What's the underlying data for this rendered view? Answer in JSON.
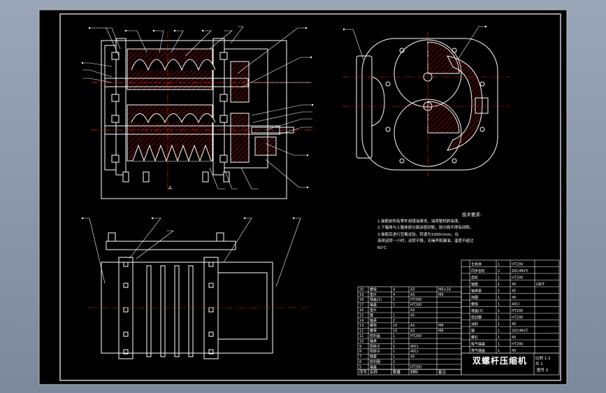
{
  "drawing": {
    "title": "双螺杆压缩机",
    "section_mark": "A",
    "sheet_text": "图号 3",
    "scale_text": "比例 1:1",
    "count_text": "共 1"
  },
  "notes": {
    "heading": "技术要求:",
    "lines": [
      "1.装配前所有零件用煤油清洗，油漆整机刷油漆。",
      "2.下箱体与上箱体剖分面涂密封胶，剖分面不得有间隙。",
      "3.装配后进行空载试验，转速为1000r/min，在",
      "连续运转一小时，运转平稳，无噪声和漏油，温度不超过",
      "60℃"
    ]
  },
  "bom": {
    "footer_left": [
      "序号",
      "名称",
      "数量",
      "材料",
      "备注"
    ],
    "rows_left": [
      [
        "20",
        "螺栓",
        "4",
        "A3",
        "M6×16"
      ],
      [
        "19",
        "垫片",
        "4",
        "A3",
        "M6"
      ],
      [
        "18",
        "端盖(1)",
        "1",
        "HT200",
        ""
      ],
      [
        "17",
        "端盖",
        "1",
        "HT200",
        ""
      ],
      [
        "16",
        "垫片",
        "",
        "A3",
        ""
      ],
      [
        "15",
        "键",
        "1",
        "45",
        ""
      ],
      [
        "14",
        "轴承",
        "2",
        "",
        ""
      ],
      [
        "13",
        "螺栓",
        "10",
        "A3",
        "M8"
      ],
      [
        "12",
        "螺母",
        "10",
        "A3",
        "M8"
      ],
      [
        "11",
        "密封盖",
        "1",
        "HT200",
        ""
      ],
      [
        "10",
        "轴承",
        "2",
        "",
        ""
      ],
      [
        "9",
        "阴转子",
        "1",
        "40Cr",
        ""
      ],
      [
        "8",
        "阳转子",
        "1",
        "40Cr",
        ""
      ],
      [
        "7",
        "隔套",
        "1",
        "45",
        ""
      ],
      [
        "6",
        "密封圈",
        "2",
        "",
        ""
      ],
      [
        "5",
        "端盖",
        "1",
        "HT200",
        ""
      ]
    ],
    "rows_right": [
      [
        "",
        "主机体",
        "1",
        "HT200",
        ""
      ],
      [
        "",
        "同步齿轮",
        "2",
        "20CrMnTi",
        ""
      ],
      [
        "",
        "齿轮",
        "1",
        "HT200",
        ""
      ],
      [
        "",
        "轴套",
        "1",
        "45",
        "GB/T"
      ],
      [
        "",
        "轴承座",
        "1",
        "45",
        ""
      ],
      [
        "",
        "挡圈",
        "1",
        "45",
        ""
      ],
      [
        "",
        "螺栓",
        "1",
        "40Cr",
        ""
      ],
      [
        "",
        "端盖(2)",
        "1",
        "HT200",
        ""
      ],
      [
        "",
        "密封圈",
        "1",
        "HT200",
        ""
      ],
      [
        "",
        "油封",
        "1",
        "45",
        ""
      ],
      [
        "",
        "键",
        "1",
        "20CrMnTi",
        ""
      ],
      [
        "",
        "螺钉",
        "1",
        "45",
        ""
      ],
      [
        "",
        "吸气端盖",
        "1",
        "HT200",
        ""
      ],
      [
        "",
        "排气端盖",
        "1",
        "45",
        ""
      ]
    ]
  },
  "colors": {
    "background_outer": "#8a96aa",
    "sheet": "#000000",
    "line": "#ffffff",
    "hatch": "#e00000",
    "centerline": "#ff2020",
    "leader": "#ffffff"
  }
}
